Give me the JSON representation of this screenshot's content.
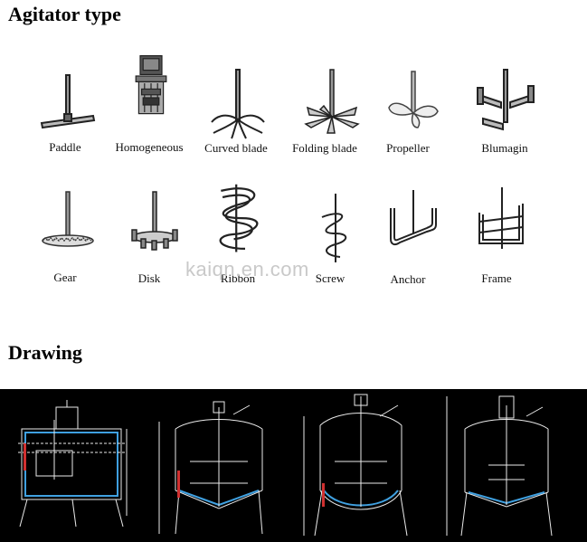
{
  "sections": {
    "agitator_title": "Agitator type",
    "drawing_title": "Drawing"
  },
  "watermark": "kaiqn.en.com",
  "agitators": [
    {
      "label": "Paddle",
      "icon": "paddle-agitator-icon"
    },
    {
      "label": "Homogeneous",
      "icon": "homogeneous-agitator-icon"
    },
    {
      "label": "Curved blade",
      "icon": "curved-blade-agitator-icon"
    },
    {
      "label": "Folding blade",
      "icon": "folding-blade-agitator-icon"
    },
    {
      "label": "Propeller",
      "icon": "propeller-agitator-icon"
    },
    {
      "label": "Blumagin",
      "icon": "blumagin-agitator-icon"
    },
    {
      "label": "Gear",
      "icon": "gear-agitator-icon"
    },
    {
      "label": "Disk",
      "icon": "disk-agitator-icon"
    },
    {
      "label": "Ribbon",
      "icon": "ribbon-agitator-icon"
    },
    {
      "label": "Screw",
      "icon": "screw-agitator-icon"
    },
    {
      "label": "Anchor",
      "icon": "anchor-agitator-icon"
    },
    {
      "label": "Frame",
      "icon": "frame-agitator-icon"
    }
  ],
  "colors": {
    "drawing_background": "#000000",
    "drawing_lines": "#f2f2f2",
    "vessel_lining": "#3fa0e0",
    "highlight_red": "#d03030"
  }
}
